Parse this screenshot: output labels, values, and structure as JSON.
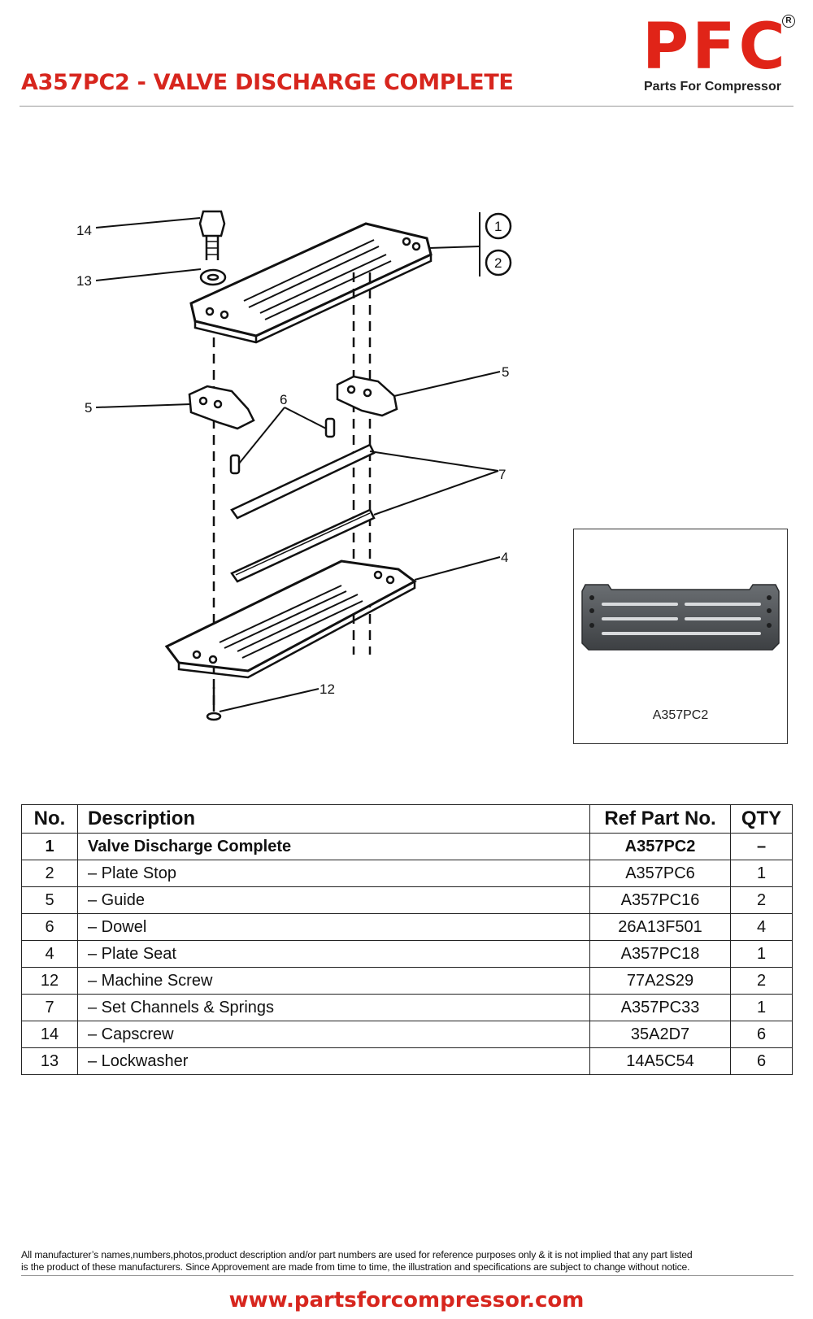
{
  "header": {
    "title": "A357PC2 - VALVE DISCHARGE COMPLETE",
    "logo_text": "PFC",
    "logo_registered": "R",
    "logo_tagline": "Parts For Compressor"
  },
  "diagram": {
    "callouts": [
      "14",
      "13",
      "1",
      "2",
      "5",
      "5",
      "6",
      "7",
      "4",
      "12"
    ]
  },
  "photo": {
    "caption": "A357PC2"
  },
  "table": {
    "headers": {
      "no": "No.",
      "description": "Description",
      "ref": "Ref Part No.",
      "qty": "QTY"
    },
    "rows": [
      {
        "no": "1",
        "description": "Valve Discharge Complete",
        "ref": "A357PC2",
        "qty": "–"
      },
      {
        "no": "2",
        "description": "– Plate Stop",
        "ref": "A357PC6",
        "qty": "1"
      },
      {
        "no": "5",
        "description": "– Guide",
        "ref": "A357PC16",
        "qty": "2"
      },
      {
        "no": "6",
        "description": "– Dowel",
        "ref": "26A13F501",
        "qty": "4"
      },
      {
        "no": "4",
        "description": "– Plate Seat",
        "ref": "A357PC18",
        "qty": "1"
      },
      {
        "no": "12",
        "description": "– Machine Screw",
        "ref": "77A2S29",
        "qty": "2"
      },
      {
        "no": "7",
        "description": "– Set Channels & Springs",
        "ref": "A357PC33",
        "qty": "1"
      },
      {
        "no": "14",
        "description": "– Capscrew",
        "ref": "35A2D7",
        "qty": "6"
      },
      {
        "no": "13",
        "description": "– Lockwasher",
        "ref": "14A5C54",
        "qty": "6"
      }
    ]
  },
  "footer": {
    "disclaimer_line1": "All manufacturer’s names,numbers,photos,product description and/or part numbers are used for reference purposes only & it is not implied that any part listed",
    "disclaimer_line2": "is the product of these manufacturers.  Since Approvement are made from time to time,  the illustration and specifications are subject to change without notice.",
    "website": "www.partsforcompressor.com"
  },
  "colors": {
    "brand_red": "#d7261e",
    "line": "#222222"
  }
}
